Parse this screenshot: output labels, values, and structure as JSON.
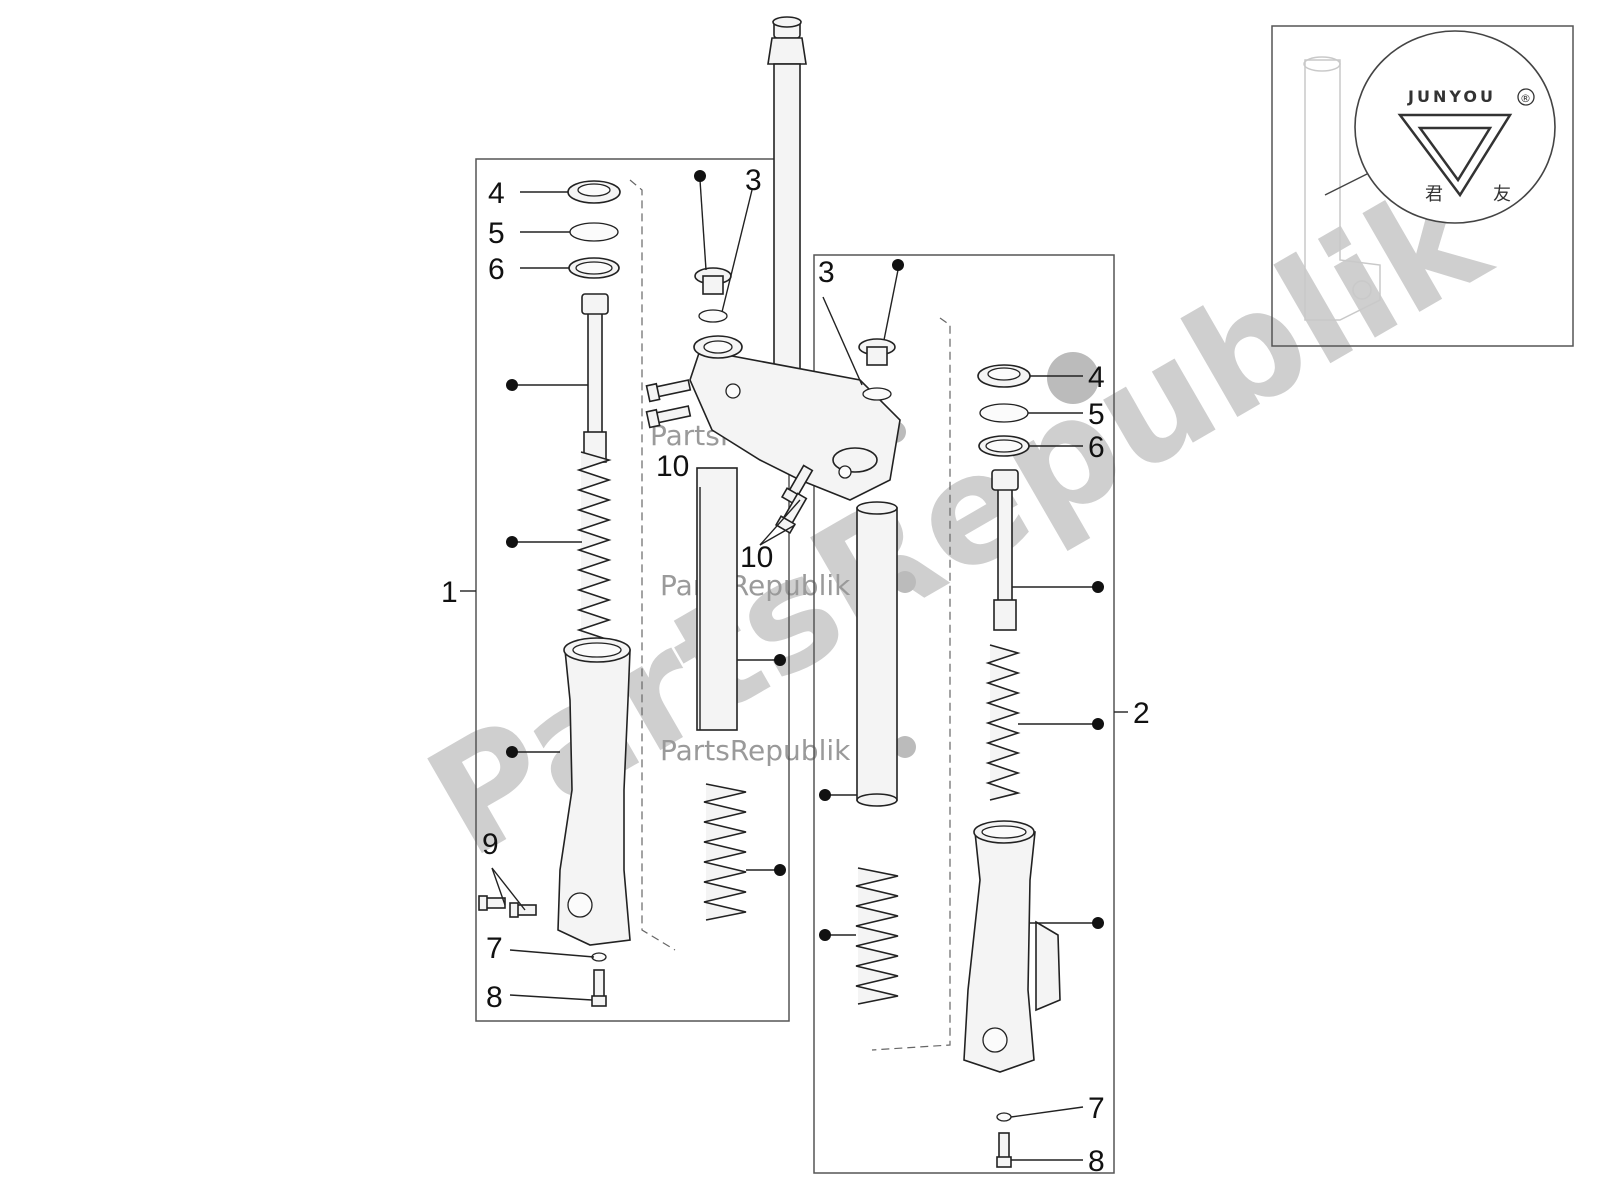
{
  "watermark": {
    "large": "PartsRepublik",
    "small": "PartsRepublik"
  },
  "inset": {
    "brand": "JUNYOU",
    "trademark": "®",
    "chars": [
      "君",
      "友"
    ]
  },
  "callouts": {
    "assembly_left": "1",
    "assembly_right": "2",
    "oring_top_left": "3",
    "oring_right": "3",
    "seal_cap": "4",
    "clip_ring": "5",
    "oil_seal": "6",
    "washer": "7",
    "bottom_bolt": "8",
    "caliper_screws": "9",
    "clamp_bolts": "10"
  },
  "colors": {
    "line": "#222222",
    "watermark": "#cfcfcf",
    "background": "#ffffff"
  }
}
